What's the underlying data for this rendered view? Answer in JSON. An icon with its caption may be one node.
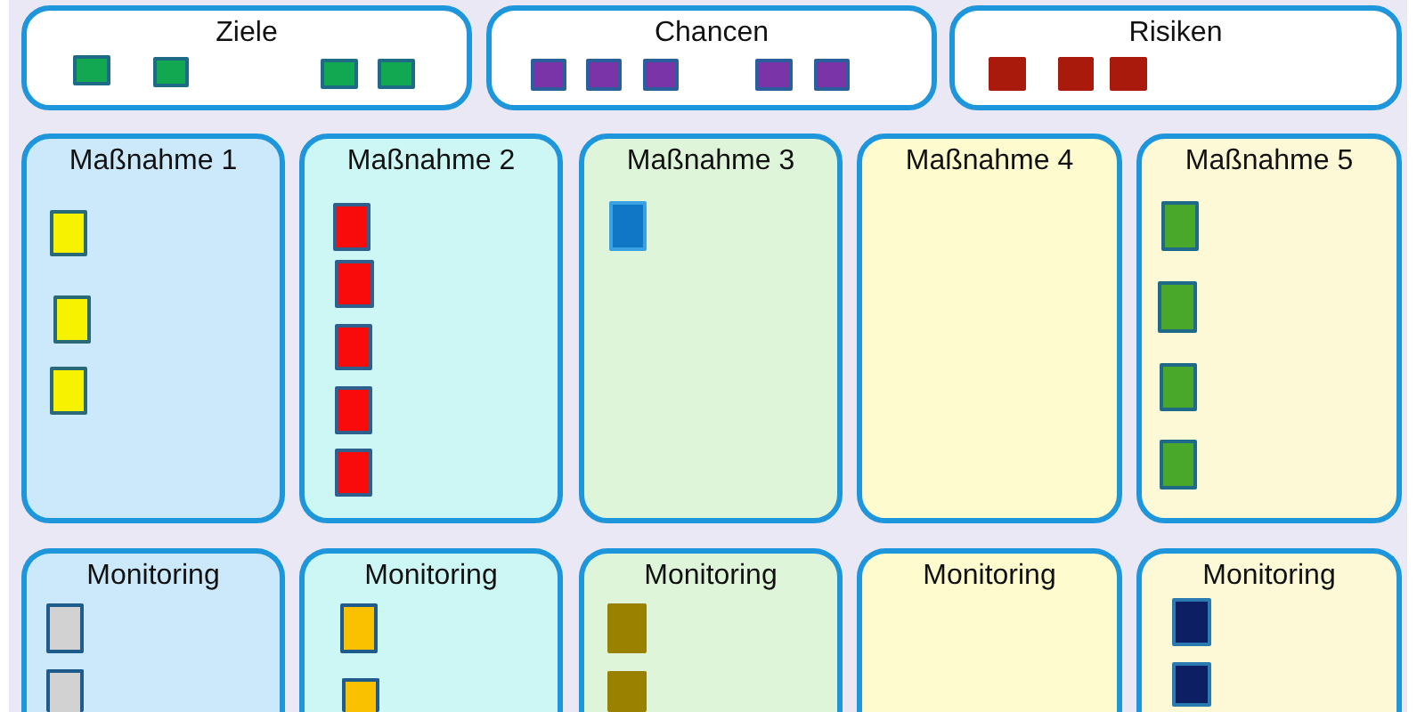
{
  "diagram": {
    "nodes": [
      {
        "text": [
          "Ziele"
        ]
      },
      {
        "text": [],
        "shape": "box",
        "in": 0
      },
      {
        "text": [],
        "shape": "box",
        "in": 0
      },
      {
        "text": [],
        "shape": "box",
        "in": 0
      },
      {
        "text": [],
        "shape": "box",
        "in": 0
      },
      {
        "text": [
          "Chancen"
        ]
      },
      {
        "text": [],
        "shape": "box",
        "in": 5
      },
      {
        "text": [],
        "shape": "box",
        "in": 5
      },
      {
        "text": [],
        "shape": "box",
        "in": 5
      },
      {
        "text": [],
        "shape": "box",
        "in": 5
      },
      {
        "text": [],
        "shape": "box",
        "in": 5
      },
      {
        "text": [
          "Risiken"
        ]
      },
      {
        "text": [],
        "shape": "box",
        "in": 11
      },
      {
        "text": [],
        "shape": "box",
        "in": 11
      },
      {
        "text": [],
        "shape": "box",
        "in": 11
      },
      {
        "text": [
          "Maßnahme 1"
        ]
      },
      {
        "text": [],
        "shape": "box",
        "in": 15
      },
      {
        "text": [],
        "shape": "box",
        "in": 15
      },
      {
        "text": [],
        "shape": "box",
        "in": 15
      },
      {
        "text": [
          "Maßnahme 2"
        ]
      },
      {
        "text": [],
        "shape": "box",
        "in": 19
      },
      {
        "text": [],
        "shape": "box",
        "in": 19
      },
      {
        "text": [],
        "shape": "box",
        "in": 19
      },
      {
        "text": [],
        "shape": "box",
        "in": 19
      },
      {
        "text": [],
        "shape": "box",
        "in": 19
      },
      {
        "text": [
          "Maßnahme 3"
        ]
      },
      {
        "text": [],
        "shape": "box",
        "in": 25
      },
      {
        "text": [
          "Maßnahme 4"
        ]
      },
      {
        "text": [
          "Maßnahme 5"
        ]
      },
      {
        "text": [],
        "shape": "box",
        "in": 28
      },
      {
        "text": [],
        "shape": "box",
        "in": 28
      },
      {
        "text": [],
        "shape": "box",
        "in": 28
      },
      {
        "text": [],
        "shape": "box",
        "in": 28
      },
      {
        "text": [
          "Monitoring"
        ]
      },
      {
        "text": [],
        "shape": "box",
        "in": 33
      },
      {
        "text": [],
        "shape": "box",
        "in": 33
      },
      {
        "text": [
          "Monitoring"
        ]
      },
      {
        "text": [],
        "shape": "box",
        "in": 36
      },
      {
        "text": [],
        "shape": "box",
        "in": 36
      },
      {
        "text": [
          "Monitoring"
        ]
      },
      {
        "text": [],
        "shape": "box",
        "in": 39
      },
      {
        "text": [],
        "shape": "box",
        "in": 39
      },
      {
        "text": [
          "Monitoring"
        ]
      },
      {
        "text": [
          "Monitoring"
        ]
      },
      {
        "text": [],
        "shape": "box",
        "in": 43
      },
      {
        "text": [],
        "shape": "box",
        "in": 43
      }
    ]
  }
}
